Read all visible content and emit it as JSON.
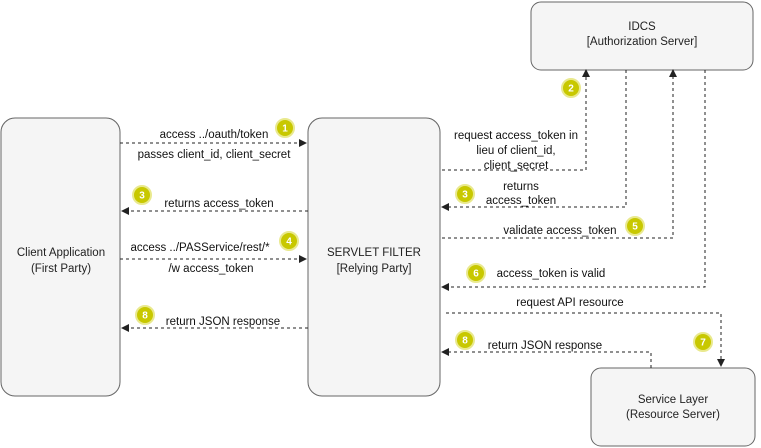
{
  "nodes": {
    "idcs": {
      "line1": "IDCS",
      "line2": "[Authorization Server]"
    },
    "client": {
      "line1": "Client Application",
      "line2": "(First Party)"
    },
    "filter": {
      "line1": "SERVLET FILTER",
      "line2": "[Relying Party]"
    },
    "service": {
      "line1": "Service Layer",
      "line2": "(Resource Server)"
    }
  },
  "edges": {
    "token_request": {
      "line1": "access ../oauth/token",
      "line2": "passes client_id, client_secret",
      "step": "1"
    },
    "idcs_request": {
      "line1": "request access_token in",
      "line2": "lieu of client_id,",
      "line3": "client_secret",
      "step": "2"
    },
    "idcs_returns": {
      "line1": "returns",
      "line2": "access_token",
      "step": "3"
    },
    "client_returns": {
      "line1": "returns access_token",
      "step": "3"
    },
    "service_request": {
      "line1": "access ../PASService/rest/*",
      "line2": "/w access_token",
      "step": "4"
    },
    "validate": {
      "line1": "validate access_token",
      "step": "5"
    },
    "valid": {
      "line1": "access_token is  valid",
      "step": "6"
    },
    "api_request": {
      "line1": "request API resource",
      "step": "7"
    },
    "api_response": {
      "line1": "return JSON response",
      "step": "8"
    },
    "client_response": {
      "line1": "return JSON response",
      "step": "8"
    }
  },
  "colors": {
    "badge": "#c8c800",
    "box_fill": "#f5f5f5",
    "box_stroke": "#666666"
  }
}
